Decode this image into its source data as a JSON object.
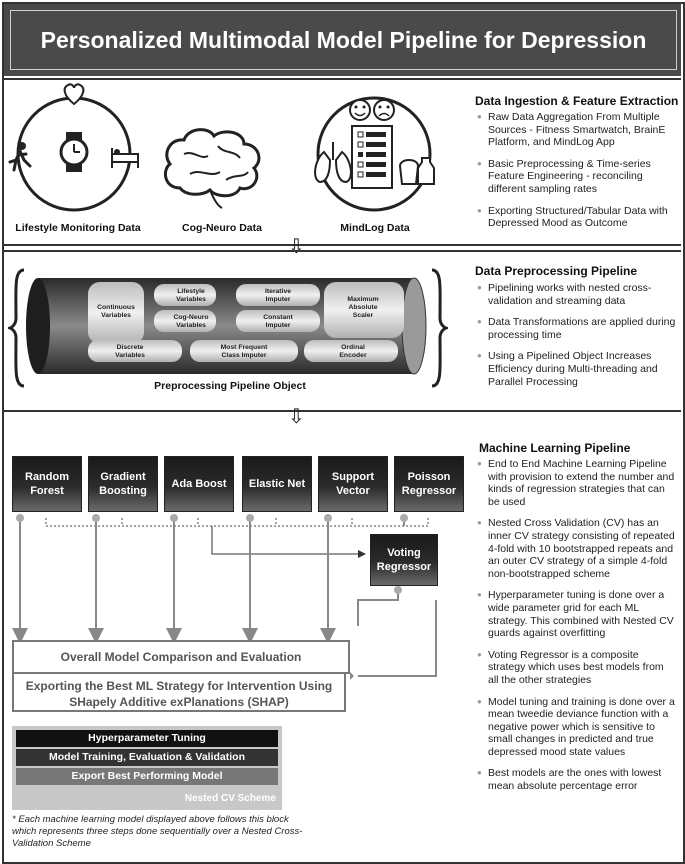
{
  "title": "Personalized Multimodal Model Pipeline for Depression",
  "ingestion": {
    "heading": "Data Ingestion & Feature Extraction",
    "sources": [
      "Lifestyle Monitoring Data",
      "Cog-Neuro Data",
      "MindLog Data"
    ],
    "bullets": [
      "Raw Data Aggregation From Multiple Sources - Fitness Smartwatch, BrainE Platform, and MindLog App",
      "Basic Preprocessing & Time-series Feature Engineering - reconciling different sampling rates",
      "Exporting Structured/Tabular Data with Depressed Mood as Outcome"
    ]
  },
  "preprocessing": {
    "heading": "Data Preprocessing Pipeline",
    "object_label": "Preprocessing Pipeline Object",
    "components": {
      "continuous": "Continuous Variables",
      "lifestyle": "Lifestyle Variables",
      "iterative": "Iterative Imputer",
      "maxabs": "Maximum Absolute Scaler",
      "cogneuro": "Cog-Neuro Variables",
      "constant": "Constant Imputer",
      "discrete": "Discrete Variables",
      "mostfreq": "Most Frequent Class Imputer",
      "ordinal": "Ordinal Encoder"
    },
    "bullets": [
      "Pipelining works with nested cross-validation and streaming data",
      "Data Transformations are applied during processing time",
      "Using a Pipelined Object Increases Efficiency during Multi-threading and Parallel Processing"
    ]
  },
  "ml": {
    "heading": "Machine Learning Pipeline",
    "models": [
      "Random Forest",
      "Gradient Boosting",
      "Ada Boost",
      "Elastic Net",
      "Support Vector",
      "Poisson Regressor"
    ],
    "voting": "Voting Regressor",
    "evaluation": "Overall Model Comparison and Evaluation",
    "export": "Exporting the Best ML Strategy for Intervention Using SHapely Additive exPlanations (SHAP)",
    "cv_steps": [
      "Hyperparameter Tuning",
      "Model Training, Evaluation & Validation",
      "Export Best Performing Model"
    ],
    "cv_label": "Nested CV Scheme",
    "footnote": "* Each machine learning model displayed above follows this block which represents three steps done sequentially over a Nested Cross-Validation Scheme",
    "bullets": [
      "End to End Machine Learning Pipeline with provision to extend the number and  kinds of regression strategies that can be used",
      "Nested Cross Validation (CV) has an inner CV strategy consisting of repeated 4-fold with 10 bootstrapped repeats and an outer CV strategy of a simple 4-fold  non-bootstrapped scheme",
      "Hyperparameter tuning is done over a wide parameter grid for each ML strategy. This combined with Nested CV guards against overfitting",
      "Voting Regressor is a composite strategy which uses best models from all the other strategies",
      "Model tuning and training is done over a mean tweedie deviance function with a negative power which is sensitive to small changes in predicted and true depressed mood state values",
      "Best models are the ones with lowest mean absolute percentage error"
    ]
  }
}
